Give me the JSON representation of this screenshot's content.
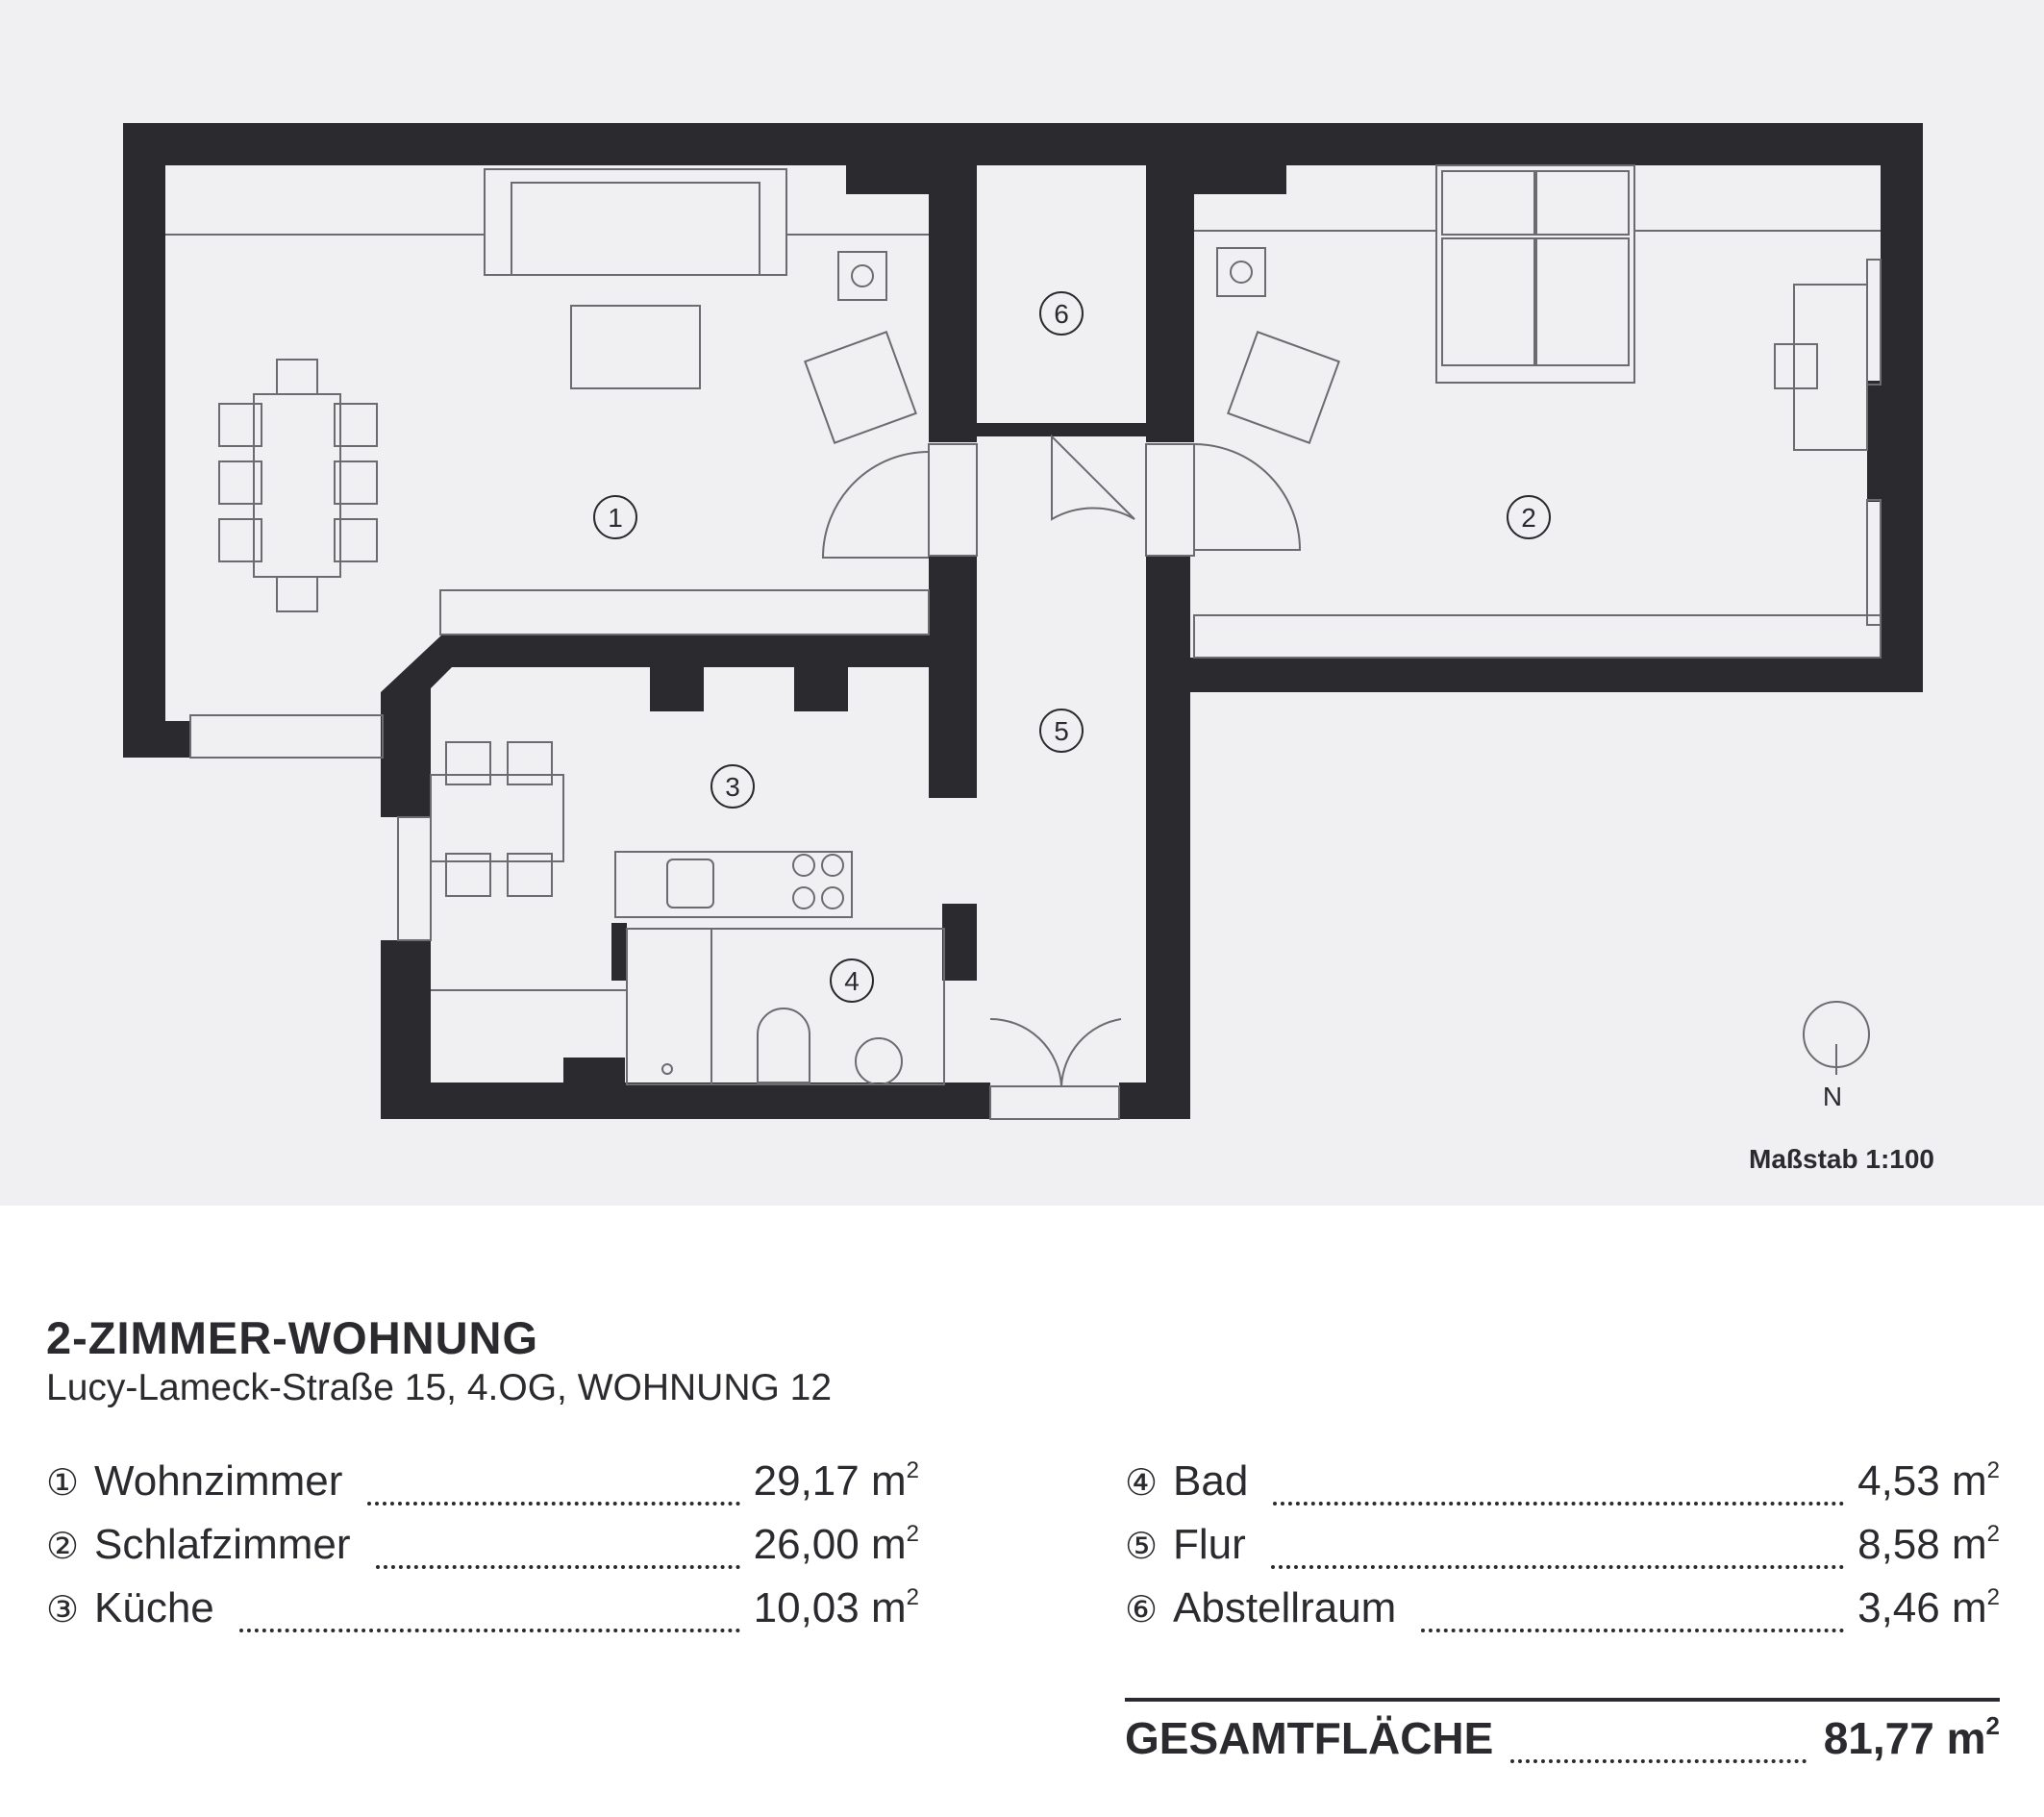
{
  "plan": {
    "room_markers": [
      "1",
      "2",
      "3",
      "4",
      "5",
      "6"
    ],
    "north_label": "N",
    "scale_label": "Maßstab 1:100"
  },
  "info": {
    "title": "2-ZIMMER-WOHNUNG",
    "subtitle": "Lucy-Lameck-Straße 15, 4.OG, WOHNUNG 12",
    "rooms": [
      {
        "num": "①",
        "name": "Wohnzimmer",
        "area": "29,17",
        "unit": "m"
      },
      {
        "num": "②",
        "name": "Schlafzimmer",
        "area": "26,00",
        "unit": "m"
      },
      {
        "num": "③",
        "name": "Küche",
        "area": "10,03",
        "unit": "m"
      },
      {
        "num": "④",
        "name": "Bad",
        "area": "4,53",
        "unit": "m"
      },
      {
        "num": "⑤",
        "name": "Flur",
        "area": "8,58",
        "unit": "m"
      },
      {
        "num": "⑥",
        "name": "Abstellraum",
        "area": "3,46",
        "unit": "m"
      }
    ],
    "unit_exponent": "2",
    "total": {
      "label": "GESAMTFLÄCHE",
      "area": "81,77",
      "unit": "m"
    }
  },
  "colors": {
    "wall": "#2b2a2e",
    "plan_background": "#f0f0f2",
    "page_background": "#ffffff",
    "line": "#6b6b70"
  }
}
